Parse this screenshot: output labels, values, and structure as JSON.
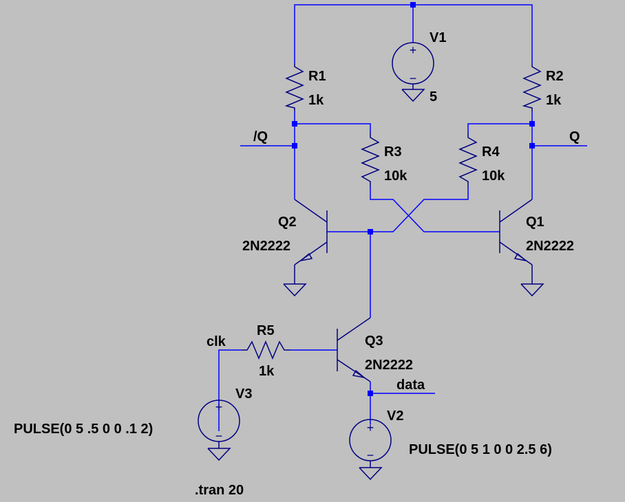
{
  "colors": {
    "background": "#c0c0c0",
    "wire": "#0000ff",
    "component": "#000080",
    "junction": "#0000ff",
    "text": "#000000"
  },
  "components": {
    "v1": {
      "name": "V1",
      "value": "5"
    },
    "r1": {
      "name": "R1",
      "value": "1k"
    },
    "r2": {
      "name": "R2",
      "value": "1k"
    },
    "r3": {
      "name": "R3",
      "value": "10k"
    },
    "r4": {
      "name": "R4",
      "value": "10k"
    },
    "r5": {
      "name": "R5",
      "value": "1k"
    },
    "q1": {
      "name": "Q1",
      "model": "2N2222"
    },
    "q2": {
      "name": "Q2",
      "model": "2N2222"
    },
    "q3": {
      "name": "Q3",
      "model": "2N2222"
    },
    "v2": {
      "name": "V2",
      "value": "PULSE(0 5 1 0 0 2.5 6)"
    },
    "v3": {
      "name": "V3",
      "value": "PULSE(0 5 .5 0 0 .1 2)"
    }
  },
  "nets": {
    "q_bar": "/Q",
    "q": "Q",
    "clk": "clk",
    "data": "data"
  },
  "directive": ".tran 20",
  "icons": {
    "source_plus": "+",
    "source_minus": "−"
  }
}
